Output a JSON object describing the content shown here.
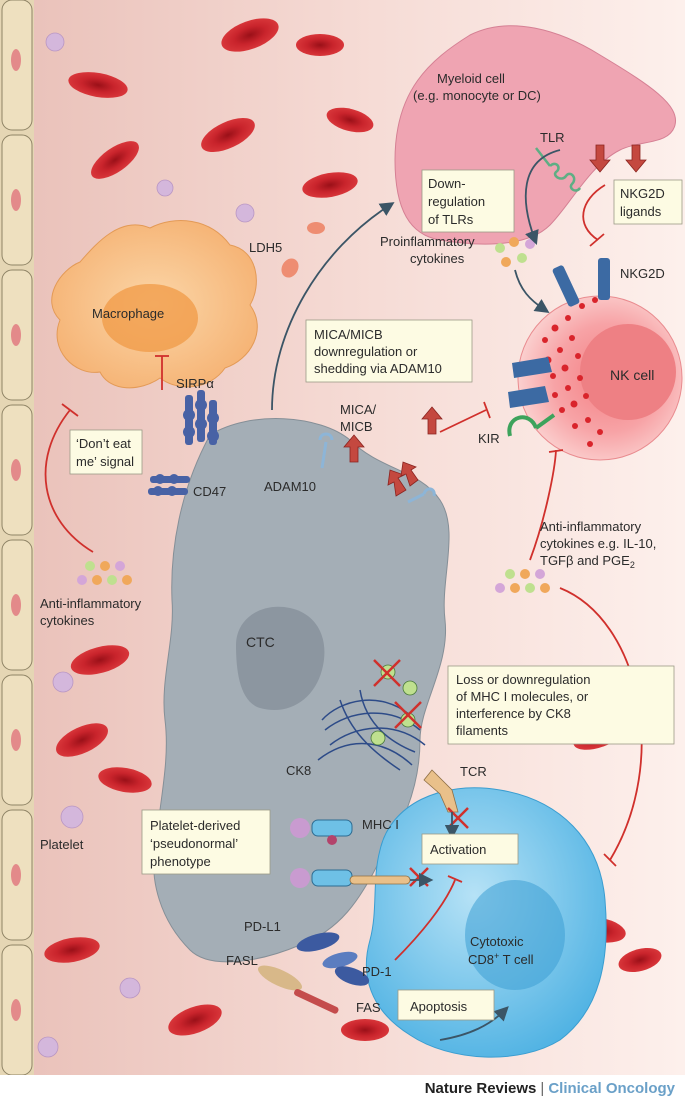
{
  "labels": {
    "myeloid_1": "Myeloid cell",
    "myeloid_2": "(e.g. monocyte or DC)",
    "tlr": "TLR",
    "down_reg_1": "Down-",
    "down_reg_2": "regulation",
    "down_reg_3": "of TLRs",
    "nkg2d_lig_1": "NKG2D",
    "nkg2d_lig_2": "ligands",
    "ldh5": "LDH5",
    "proinflam_1": "Proinflammatory",
    "proinflam_2": "cytokines",
    "nkg2d": "NKG2D",
    "macrophage": "Macrophage",
    "mica_box_1": "MICA/MICB",
    "mica_box_2": "downregulation or",
    "mica_box_3": "shedding via ADAM10",
    "nk_cell": "NK cell",
    "sirpa": "SIRPα",
    "mica_1": "MICA/",
    "mica_2": "MICB",
    "kir": "KIR",
    "dont_eat_1": "‘Don’t eat",
    "dont_eat_2": "me’ signal",
    "cd47": "CD47",
    "adam10": "ADAM10",
    "anti_inflam_r_1": "Anti-inflammatory",
    "anti_inflam_r_2": "cytokines e.g. IL-10,",
    "anti_inflam_r_3": "TGFβ and PGE",
    "anti_inflam_r_sub": "2",
    "anti_inflam_l_1": "Anti-inflammatory",
    "anti_inflam_l_2": "cytokines",
    "ctc": "CTC",
    "loss_box_1": "Loss or downregulation",
    "loss_box_2": "of MHC I molecules, or",
    "loss_box_3": "interference by CK8",
    "loss_box_4": "filaments",
    "ck8": "CK8",
    "tcr": "TCR",
    "platelet_box_1": "Platelet-derived",
    "platelet_box_2": "‘pseudonormal’",
    "platelet_box_3": "phenotype",
    "mhc1": "MHC I",
    "platelet": "Platelet",
    "activation": "Activation",
    "pdl1": "PD-L1",
    "fasl": "FASL",
    "pd1": "PD-1",
    "cytotoxic_1": "Cytotoxic",
    "cytotoxic_2": "CD8",
    "cytotoxic_sup": "+",
    "cytotoxic_3": " T cell",
    "fas": "FAS",
    "apoptosis": "Apoptosis"
  },
  "footer": {
    "publisher": "Nature Reviews",
    "separator": "|",
    "journal": "Clinical Oncology"
  },
  "colors": {
    "background_left": "#ecc7bf",
    "background_right": "#fbe9e5",
    "red_cell": "#c5202a",
    "ctc": "#9ca6ae",
    "nk_cell": "#f6a8aa",
    "t_cell": "#7ec6ea",
    "macrophage": "#f8bf85",
    "myeloid": "#eea3b3",
    "inhibit_line": "#d0302c"
  }
}
